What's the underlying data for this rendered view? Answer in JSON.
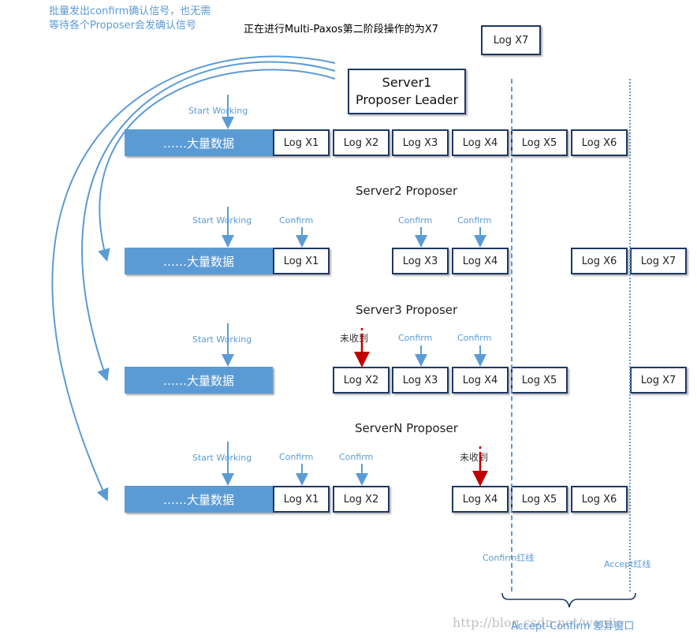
{
  "note": "批量发出confirm确认信号，也无需等待各个Proposer会发确认信号",
  "header": {
    "title": "正在进行Multi-Paxos第二阶段操作的为X7",
    "log_x7": "Log X7"
  },
  "leader": {
    "line1": "Server1",
    "line2": "Proposer Leader"
  },
  "start_working": "Start Working",
  "confirm": "Confirm",
  "not_received": "未收到",
  "bulk_data": "……大量数据",
  "servers": {
    "s1": {
      "logs": [
        "Log X1",
        "Log X2",
        "Log X3",
        "Log X4",
        "Log X5",
        "Log X6"
      ]
    },
    "s2": {
      "title": "Server2 Proposer",
      "logs": [
        "Log X1",
        "Log X3",
        "Log X4",
        "Log X6",
        "Log X7"
      ]
    },
    "s3": {
      "title": "Server3 Proposer",
      "logs": [
        "Log X2",
        "Log X3",
        "Log X4",
        "Log X5",
        "Log X7"
      ]
    },
    "sn": {
      "title": "ServerN Proposer",
      "logs": [
        "Log X1",
        "Log X2",
        "Log X4",
        "Log X5",
        "Log X6"
      ]
    }
  },
  "confirm_redline": "Confirm红线",
  "accept_redline": "Accept红线",
  "diff_window": "Accept-Confirm 差异窗口",
  "watermark": "http://blog.csdn.net/wenjie",
  "colors": {
    "accent": "#5b9bd5",
    "box_border": "#1f3864",
    "red": "#c00000"
  }
}
